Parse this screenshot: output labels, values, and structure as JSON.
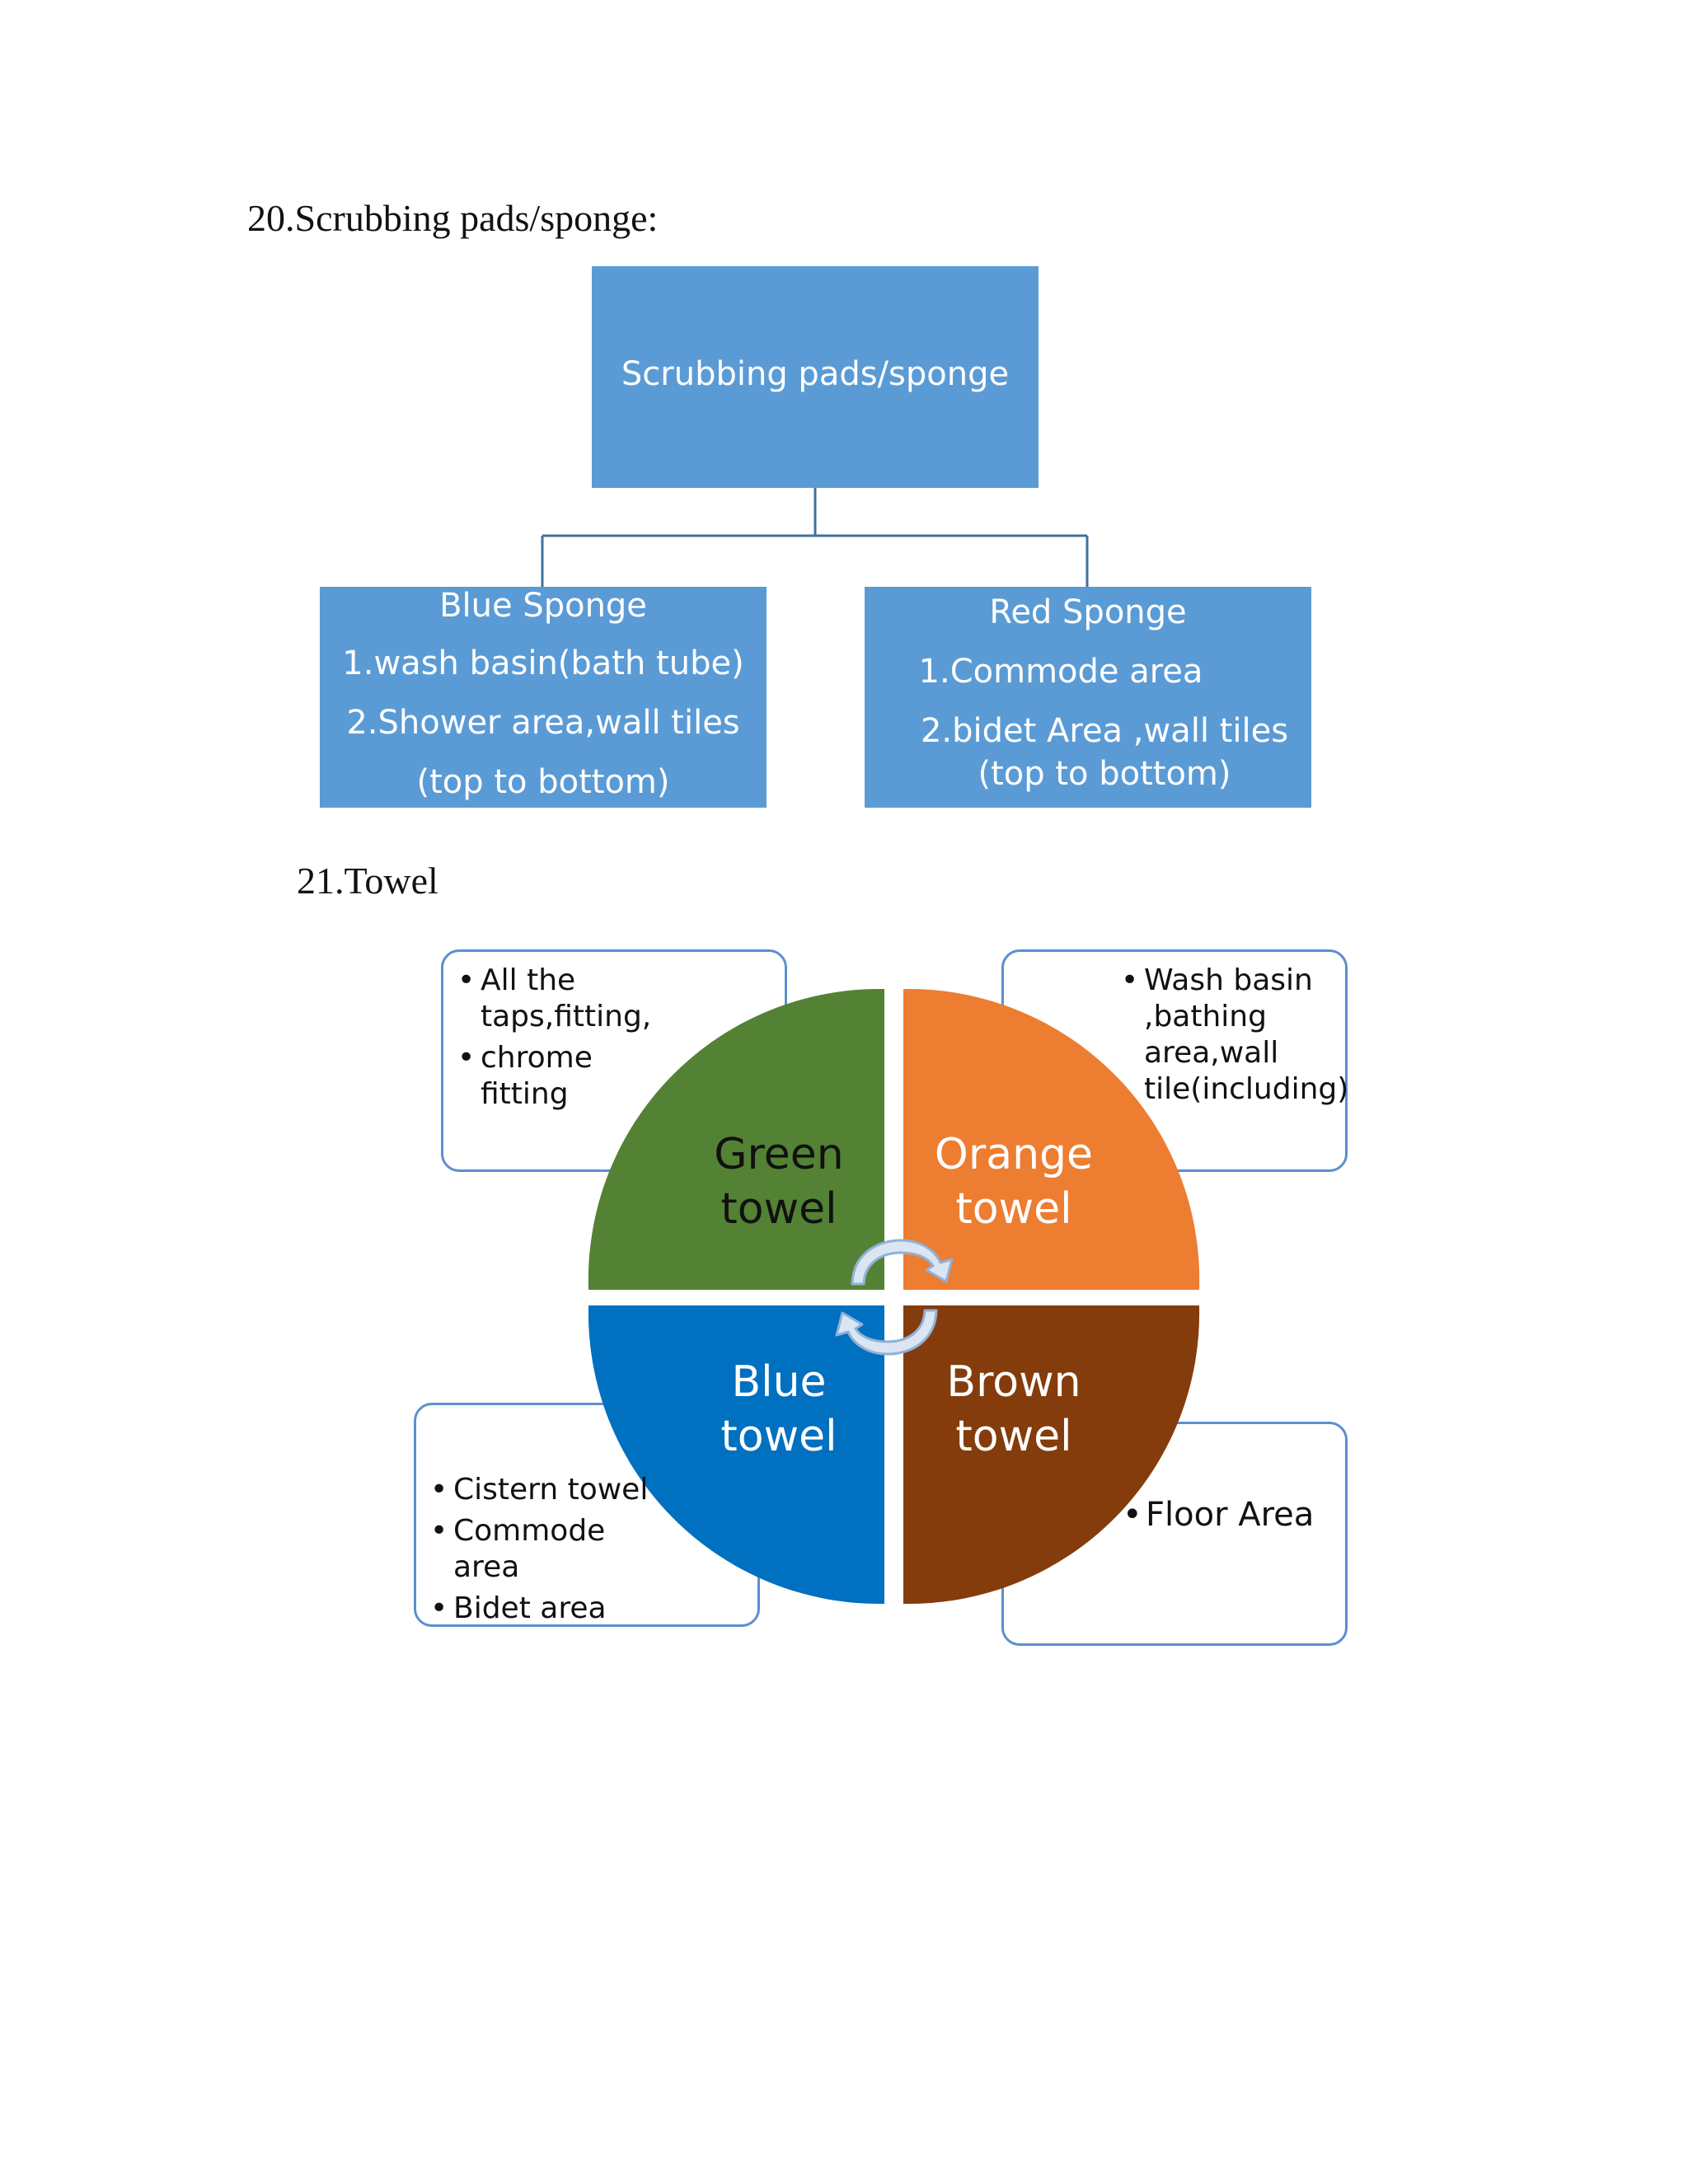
{
  "section_20": {
    "heading": "20.Scrubbing pads/sponge:",
    "root_box": "Scrubbing pads/sponge",
    "left_box": {
      "title": "Blue Sponge",
      "lines": [
        "1.wash basin(bath tube)",
        "2.Shower area,wall tiles",
        "(top to bottom)"
      ]
    },
    "right_box": {
      "title": "Red Sponge",
      "lines": [
        "1.Commode area",
        "2.bidet Area ,wall tiles",
        "(top to bottom)"
      ]
    }
  },
  "section_21": {
    "heading": "21.Towel",
    "quadrants": {
      "green": {
        "label_line1": "Green",
        "label_line2": "towel",
        "color": "#548235"
      },
      "orange": {
        "label_line1": "Orange",
        "label_line2": "towel",
        "color": "#ed7d31"
      },
      "blue": {
        "label_line1": "Blue",
        "label_line2": "towel",
        "color": "#0070c0"
      },
      "brown": {
        "label_line1": "Brown",
        "label_line2": "towel",
        "color": "#843c0c"
      }
    },
    "callouts": {
      "top_left": [
        "All the taps,fitting,",
        "chrome fitting"
      ],
      "top_right": [
        "Wash basin ,bathing area,wall tile(including)"
      ],
      "bottom_left": [
        "Cistern towel",
        "Commode area",
        "Bidet area"
      ],
      "bottom_right": [
        "Floor Area"
      ]
    },
    "cycle_arrows_icon": "circular-arrows-icon"
  },
  "colors": {
    "box_fill": "#5b9bd5",
    "connector": "#41719c",
    "callout_border": "#5b8fd0"
  }
}
